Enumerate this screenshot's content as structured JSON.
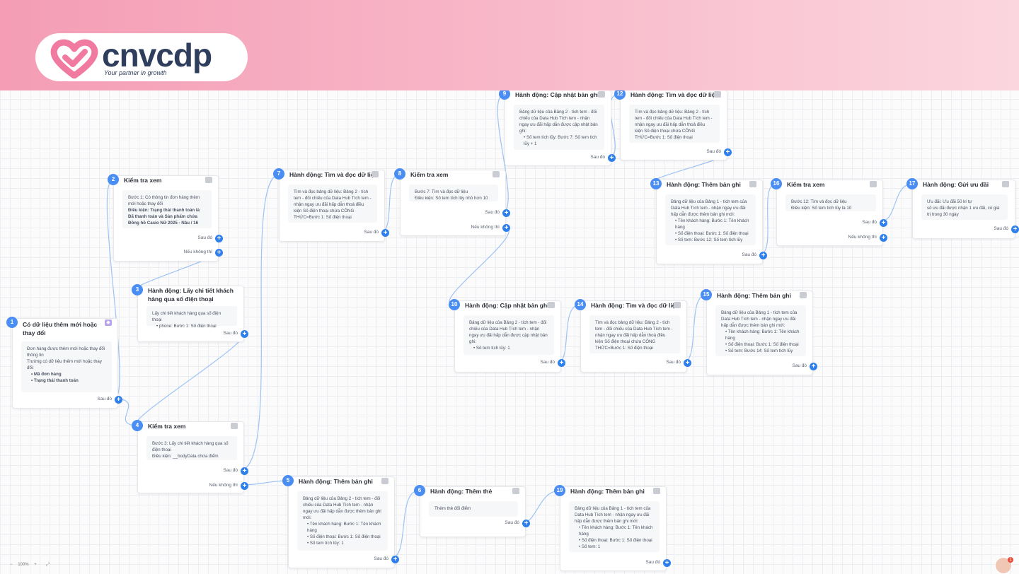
{
  "brand": {
    "name": "cnvcdp",
    "tagline": "Your partner in growth"
  },
  "zoom": "100%",
  "notification_count": "1",
  "nodes": [
    {
      "id": "1",
      "title": "Có dữ liệu thêm mới hoặc thay đổi",
      "lines": [
        "Đơn hàng được thêm mới hoặc thay đổi thông tin",
        "Trường có dữ liệu thêm mới hoặc thay đổi:",
        "• Mã đơn hàng",
        "• Trạng thái thanh toán"
      ],
      "outs": [
        "Sau đó"
      ]
    },
    {
      "id": "2",
      "title": "Kiểm tra xem",
      "lines": [
        "Bước 1: Có thông tin đơn hàng thêm mới hoặc thay đổi",
        "Điều kiện: Trạng thái thanh toán là Đã thanh toán và Sản phẩm chứa Đồng hồ Casio Nữ 2025 - Nâu / 16"
      ],
      "outs": [
        "Sau đó",
        "Nếu không thì"
      ]
    },
    {
      "id": "3",
      "title": "Hành động: Lấy chi tiết khách hàng qua số điện thoại",
      "lines": [
        "Lấy chi tiết khách hàng qua số điện thoại",
        "• phone: Bước 1: Số điện thoại"
      ],
      "outs": [
        "Sau đó"
      ]
    },
    {
      "id": "4",
      "title": "Kiểm tra xem",
      "lines": [
        "Bước 3: Lấy chi tiết khách hàng qua số điện thoại",
        "Điều kiện: __bodyData chứa điểm"
      ],
      "outs": [
        "Sau đó",
        "Nếu không thì"
      ]
    },
    {
      "id": "5",
      "title": "Hành động: Thêm bản ghi",
      "lines": [
        "Bảng dữ liệu của Bảng 2 - tích tem - đối chiếu của Data Hub Tích tem - nhận ngay ưu đãi hấp dẫn được thêm bản ghi mới:",
        "• Tên khách hàng: Bước 1: Tên khách hàng",
        "• Số điện thoại: Bước 1: Số điện thoại",
        "• Số tem tích lũy: 1"
      ],
      "outs": [
        "Sau đó"
      ]
    },
    {
      "id": "6",
      "title": "Hành động: Thêm thẻ",
      "lines": [
        "Thêm thẻ đổi điểm"
      ],
      "outs": [
        "Sau đó"
      ]
    },
    {
      "id": "7",
      "title": "Hành động: Tìm và đọc dữ liệu",
      "lines": [
        "Tìm và đọc bảng dữ liệu: Bảng 2 - tích tem - đối chiếu của Data Hub Tích tem - nhận ngay ưu đãi hấp dẫn thoả điều kiện Số điện thoại chứa CÔNG THỨC=Bước 1: Số điện thoại"
      ],
      "outs": [
        "Sau đó"
      ]
    },
    {
      "id": "8",
      "title": "Kiểm tra xem",
      "lines": [
        "Bước 7: Tìm và đọc dữ liệu",
        "Điều kiện: Số tem tích lũy nhỏ hơn 10"
      ],
      "outs": [
        "Sau đó",
        "Nếu không thì"
      ]
    },
    {
      "id": "9",
      "title": "Hành động: Cập nhật bản ghi",
      "lines": [
        "Bảng dữ liệu của Bảng 2 - tích tem - đối chiếu của Data Hub Tích tem - nhận ngay ưu đãi hấp dẫn được cập nhật bản ghi:",
        "• Số tem tích lũy: Bước 7: Số tem tích lũy + 1"
      ],
      "outs": [
        "Sau đó"
      ]
    },
    {
      "id": "10",
      "title": "Hành động: Cập nhật bản ghi",
      "lines": [
        "Bảng dữ liệu của Bảng 2 - tích tem - đối chiếu của Data Hub Tích tem - nhận ngay ưu đãi hấp dẫn được cập nhật bản ghi:",
        "• Số tem tích lũy: 1"
      ],
      "outs": [
        "Sau đó"
      ]
    },
    {
      "id": "12",
      "title": "Hành động: Tìm và đọc dữ liệu",
      "lines": [
        "Tìm và đọc bảng dữ liệu: Bảng 2 - tích tem - đối chiếu của Data Hub Tích tem - nhận ngay ưu đãi hấp dẫn thoả điều kiện Số điện thoại chứa CÔNG THỨC=Bước 1: Số điện thoại"
      ],
      "outs": [
        "Sau đó"
      ]
    },
    {
      "id": "13",
      "title": "Hành động: Thêm bản ghi",
      "lines": [
        "Bảng dữ liệu của Bảng 1 - tích tem của Data Hub Tích tem - nhận ngay ưu đãi hấp dẫn được thêm bản ghi mới:",
        "• Tên khách hàng: Bước 1: Tên khách hàng",
        "• Số điện thoại: Bước 1: Số điện thoại",
        "• Số tem: Bước 12: Số tem tích lũy"
      ],
      "outs": [
        "Sau đó"
      ]
    },
    {
      "id": "14",
      "title": "Hành động: Tìm và đọc dữ liệu",
      "lines": [
        "Tìm và đọc bảng dữ liệu: Bảng 2 - tích tem - đối chiếu của Data Hub Tích tem - nhận ngay ưu đãi hấp dẫn thoả điều kiện Số điện thoại chứa CÔNG THỨC=Bước 1: Số điện thoại"
      ],
      "outs": [
        "Sau đó"
      ]
    },
    {
      "id": "15",
      "title": "Hành động: Thêm bản ghi",
      "lines": [
        "Bảng dữ liệu của Bảng 1 - tích tem của Data Hub Tích tem - nhận ngay ưu đãi hấp dẫn được thêm bản ghi mới:",
        "• Tên khách hàng: Bước 1: Tên khách hàng",
        "• Số điện thoại: Bước 1: Số điện thoại",
        "• Số tem: Bước 14: Số tem tích lũy"
      ],
      "outs": [
        "Sau đó"
      ]
    },
    {
      "id": "16",
      "title": "Kiểm tra xem",
      "lines": [
        "Bước 12: Tìm và đọc dữ liệu",
        "Điều kiện: Số tem tích lũy là 10"
      ],
      "outs": [
        "Sau đó",
        "Nếu không thì"
      ]
    },
    {
      "id": "17",
      "title": "Hành động: Gửi ưu đãi",
      "lines": [
        "Ưu đãi: Ưu đãi 50 kí tự",
        "số ưu đãi được nhận 1 ưu đãi, có giá trị trong 30 ngày"
      ],
      "outs": [
        "Sau đó"
      ]
    },
    {
      "id": "19",
      "title": "Hành động: Thêm bản ghi",
      "lines": [
        "Bảng dữ liệu của Bảng 1 - tích tem của Data Hub Tích tem - nhận ngay ưu đãi hấp dẫn được thêm bản ghi mới:",
        "• Tên khách hàng: Bước 1: Tên khách hàng",
        "• Số điện thoại: Bước 1: Số điện thoại",
        "• Số tem: 1"
      ],
      "outs": [
        "Sau đó"
      ]
    }
  ]
}
